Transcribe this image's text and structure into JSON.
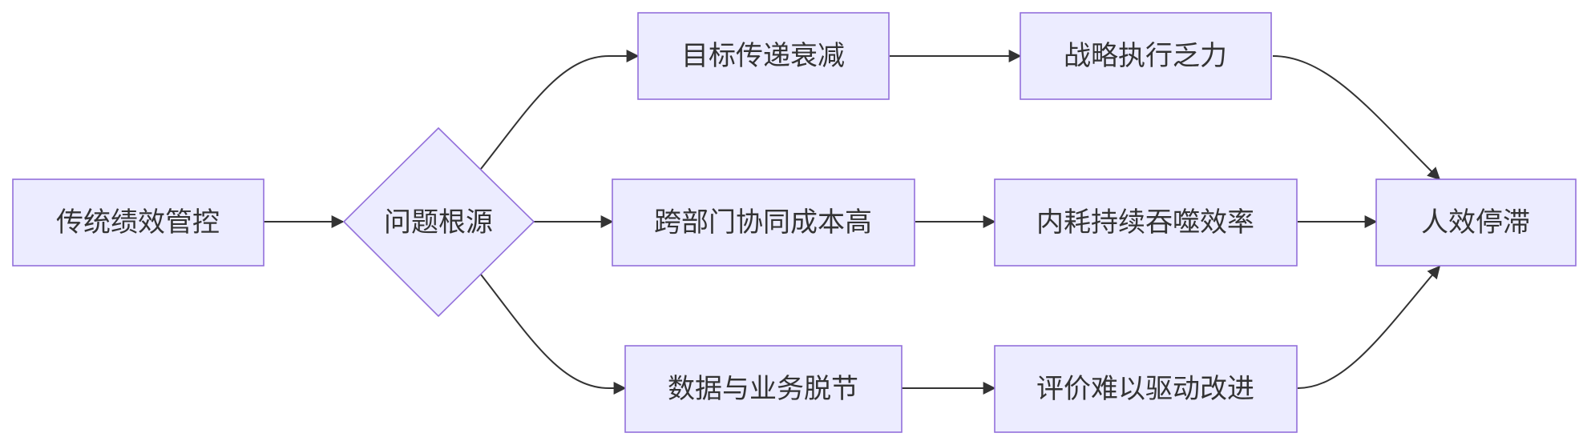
{
  "diagram": {
    "type": "flowchart",
    "nodes": {
      "traditional_control": "传统绩效管控",
      "root_cause": "问题根源",
      "goal_decay": "目标传递衰减",
      "strategy_weak": "战略执行乏力",
      "collab_cost": "跨部门协同成本高",
      "internal_friction": "内耗持续吞噬效率",
      "data_disconnect": "数据与业务脱节",
      "evaluation_ineffective": "评价难以驱动改进",
      "efficiency_stagnation": "人效停滞"
    },
    "edges": [
      [
        "traditional_control",
        "root_cause"
      ],
      [
        "root_cause",
        "goal_decay"
      ],
      [
        "root_cause",
        "collab_cost"
      ],
      [
        "root_cause",
        "data_disconnect"
      ],
      [
        "goal_decay",
        "strategy_weak"
      ],
      [
        "collab_cost",
        "internal_friction"
      ],
      [
        "data_disconnect",
        "evaluation_ineffective"
      ],
      [
        "strategy_weak",
        "efficiency_stagnation"
      ],
      [
        "internal_friction",
        "efficiency_stagnation"
      ],
      [
        "evaluation_ineffective",
        "efficiency_stagnation"
      ]
    ]
  },
  "colors": {
    "node_fill": "#ececff",
    "node_stroke": "#9370db",
    "edge": "#333333",
    "text": "#333333"
  }
}
